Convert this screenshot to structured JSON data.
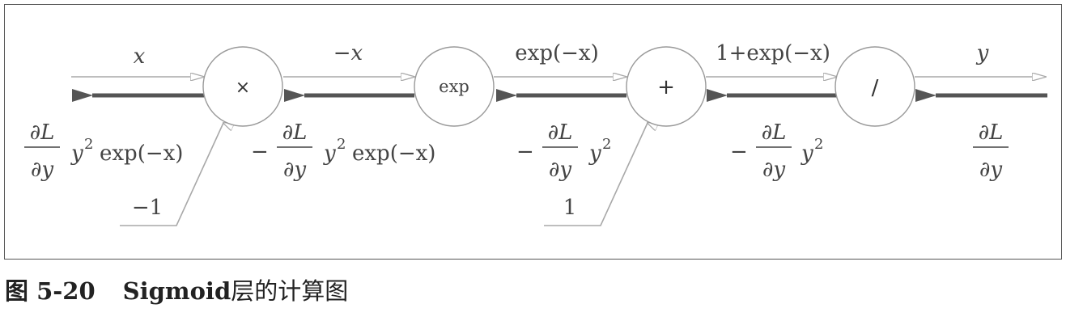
{
  "nodes": [
    {
      "id": "mul",
      "label": "×"
    },
    {
      "id": "exp",
      "label": "exp"
    },
    {
      "id": "add",
      "label": "+"
    },
    {
      "id": "div",
      "label": "/"
    }
  ],
  "forward_labels": [
    "x",
    "−x",
    "exp(−x)",
    "1+exp(−x)",
    "y"
  ],
  "side_inputs": [
    "−1",
    "1"
  ],
  "backward_labels": {
    "partial_num": "∂L",
    "partial_den": "∂y",
    "minus": "−",
    "y_base": "y",
    "sq": "2",
    "exp_tail": "exp(−x)"
  },
  "caption": {
    "number": "图 5-20",
    "title_latin": "Sigmoid",
    "title_cjk": "层的计算图"
  },
  "colors": {
    "forward_arrow": "#a8a8a8",
    "backward_arrow": "#555555",
    "node_stroke": "#999999",
    "frame": "#555555"
  }
}
